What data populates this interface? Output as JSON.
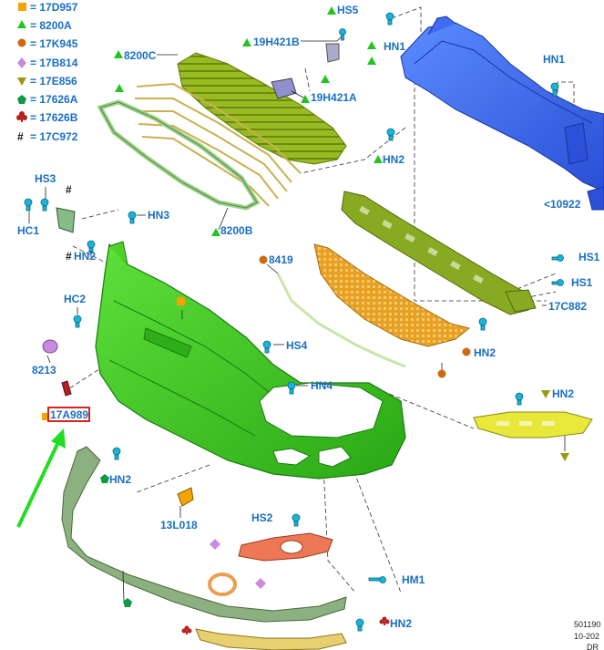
{
  "legend": [
    {
      "symbol": "square",
      "color": "#f5a300",
      "code": "17D957"
    },
    {
      "symbol": "triangle",
      "color": "#22c422",
      "code": "8200A"
    },
    {
      "symbol": "circle",
      "color": "#cc6a10",
      "code": "17K945"
    },
    {
      "symbol": "diamond",
      "color": "#c98be0",
      "code": "17B814"
    },
    {
      "symbol": "triangle-down",
      "color": "#9a9a10",
      "code": "17E856"
    },
    {
      "symbol": "pentagon",
      "color": "#119944",
      "code": "17626A"
    },
    {
      "symbol": "club",
      "color": "#b82020",
      "code": "17626B"
    },
    {
      "symbol": "hash",
      "color": "#111111",
      "code": "17C972"
    }
  ],
  "labels": {
    "hs5": "HS5",
    "hn1_top": "HN1",
    "hn1_right": "HN1",
    "p19h421b": "19H421B",
    "p19h421a": "19H421A",
    "p8200c": "8200C",
    "hn2_upper": "HN2",
    "p10922": "<10922",
    "hs3": "HS3",
    "hash_mark": "#",
    "hc1": "HC1",
    "hn3": "HN3",
    "p8200b": "8200B",
    "hn2_left": "HN2",
    "p8419": "8419",
    "hs1_a": "HS1",
    "hs1_b": "HS1",
    "p17c882": "17C882",
    "hc2": "HC2",
    "hn2_mid": "HN2",
    "p8213": "8213",
    "hs4": "HS4",
    "hn4": "HN4",
    "hn2_bracket": "HN2",
    "p17a989": "17A989",
    "hn2_lower": "HN2",
    "p13l018": "13L018",
    "hs2": "HS2",
    "hm1": "HM1",
    "hn2_bottom": "HN2"
  },
  "footer": {
    "line1": "501190",
    "line2": "10-202",
    "line3": "DR"
  },
  "colors": {
    "label": "#1a6fc4",
    "highlight_box": "#e02020",
    "arrow": "#22dd22",
    "bumper": "#44cc22",
    "reinforcement": "#3366ee",
    "absorber": "#88aa22",
    "upper_grille": "#99bb22",
    "lower_grille": "#e8a020",
    "bracket": "#e8e83a",
    "fog_bezel": "#ee7755",
    "lip": "#8cb080",
    "skid": "#e8d070"
  },
  "icons": [
    "fastener-clip-icon",
    "bolt-icon",
    "screw-icon",
    "nut-icon"
  ]
}
